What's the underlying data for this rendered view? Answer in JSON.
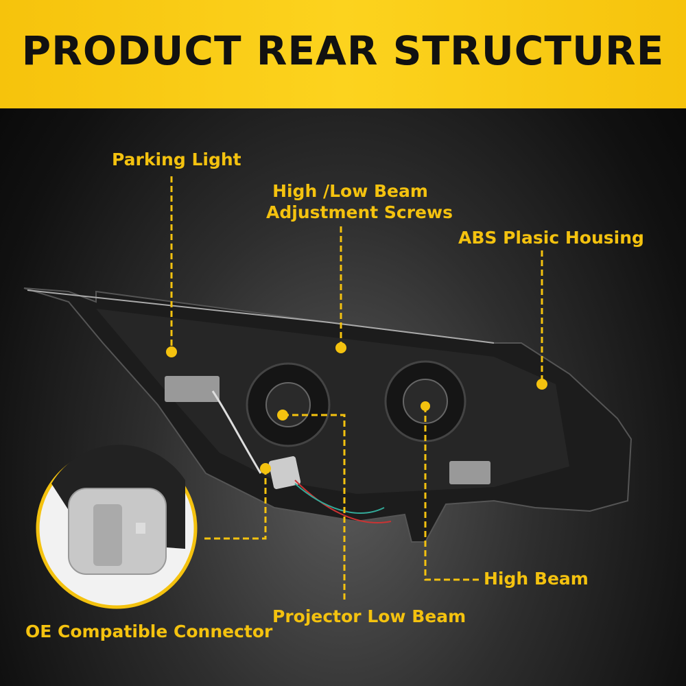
{
  "banner": {
    "title": "PRODUCT REAR STRUCTURE",
    "color": "#f9c80e"
  },
  "callouts": [
    {
      "id": "parking-light",
      "label": "Parking Light"
    },
    {
      "id": "adjustment-screws",
      "label_line1": "High /Low Beam",
      "label_line2": "Adjustment Screws"
    },
    {
      "id": "housing",
      "label": "ABS Plasic Housing"
    },
    {
      "id": "high-beam",
      "label": "High Beam"
    },
    {
      "id": "projector-low-beam",
      "label": "Projector Low Beam"
    },
    {
      "id": "connector",
      "label": "OE Compatible Connector"
    }
  ],
  "accent_color": "#f4c20f"
}
